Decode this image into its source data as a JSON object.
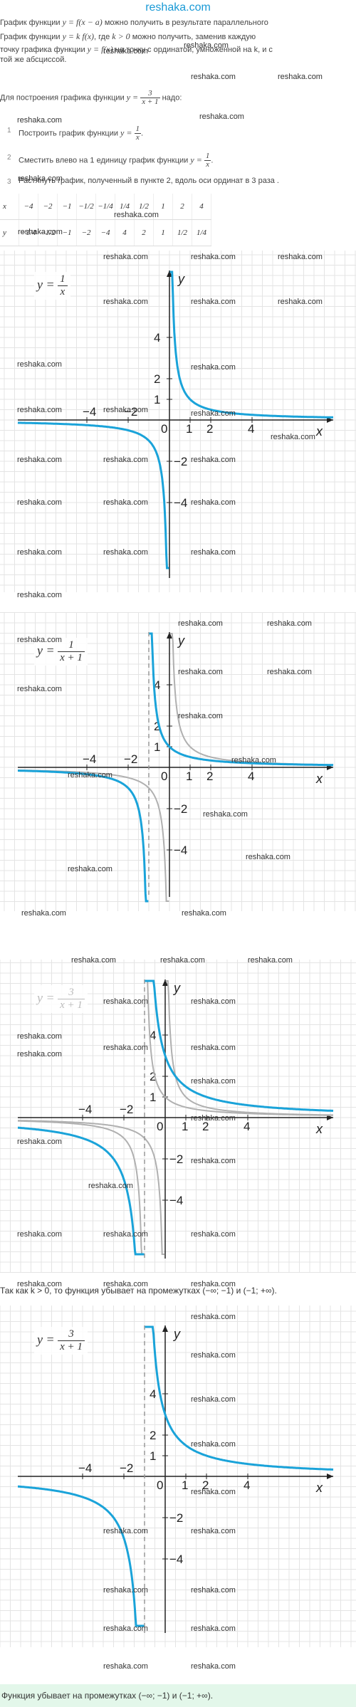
{
  "site": {
    "title": "reshaka.com"
  },
  "watermark": "reshaka.com",
  "intro": [
    {
      "pre": "График функции ",
      "math": "y = f(x − a)",
      "post": " можно получить в результате параллельного"
    },
    {
      "pre": "График функции ",
      "math": "y = k f(x)",
      "mid": ", где ",
      "math2": "k > 0",
      "post": " можно получить, заменив каждую"
    },
    {
      "pre": "точку графика функции ",
      "math": "y = f(x)",
      "post": " на точку с ординатой, умноженной на k, и с"
    },
    {
      "pre": "той же абсциссой.",
      "math": "",
      "post": ""
    }
  ],
  "task": {
    "pre": "Для построения графика функции ",
    "y": "y =",
    "num": "3",
    "den": "x + 1",
    "post": " надо:"
  },
  "steps": [
    {
      "n": "1",
      "text": "Построить график функции ",
      "y": "y =",
      "num": "1",
      "den": "x",
      "end": "."
    },
    {
      "n": "2",
      "text": "Сместить влево на 1 единицу график функции ",
      "y": "y =",
      "num": "1",
      "den": "x",
      "end": "."
    },
    {
      "n": "3",
      "text": "Растянуть график, полученный в пункте 2, вдоль оси ординат в 3 раза .",
      "y": "",
      "num": "",
      "den": "",
      "end": ""
    }
  ],
  "table": {
    "x_label": "x",
    "y_label": "y",
    "x": [
      "−4",
      "−2",
      "−1",
      "−1/2",
      "−1/4",
      "1/4",
      "1/2",
      "1",
      "2",
      "4"
    ],
    "y": [
      "−1/4",
      "−1/2",
      "−1",
      "−2",
      "−4",
      "4",
      "2",
      "1",
      "1/2",
      "1/4"
    ]
  },
  "graphs": [
    {
      "title_y": "y =",
      "title_num": "1",
      "title_den": "x",
      "title_color": "#333333"
    },
    {
      "title_y": "y =",
      "title_num": "1",
      "title_den": "x + 1",
      "title_color": "#333333"
    },
    {
      "title_y": "y =",
      "title_num": "3",
      "title_den": "x + 1",
      "title_color": "#bbbbbb"
    },
    {
      "title_y": "y =",
      "title_num": "3",
      "title_den": "x + 1",
      "title_color": "#333333"
    }
  ],
  "axis": {
    "x_label": "x",
    "y_label": "y",
    "x_ticks": [
      "−4",
      "−2",
      "0",
      "1",
      "2",
      "4"
    ],
    "y_ticks": [
      "4",
      "2",
      "1",
      "−2",
      "−4"
    ]
  },
  "note": {
    "text": "Так как k > 0, то функция убывает на промежутках (−∞; −1) и (−1; +∞)."
  },
  "answer": {
    "text": "Функция убывает на промежутках (−∞; −1) и (−1; +∞)."
  },
  "colors": {
    "curve": "#1aa3d9",
    "old_curve": "#b0b0b0",
    "asymptote": "#999999",
    "grid": "#e4e4e4"
  }
}
